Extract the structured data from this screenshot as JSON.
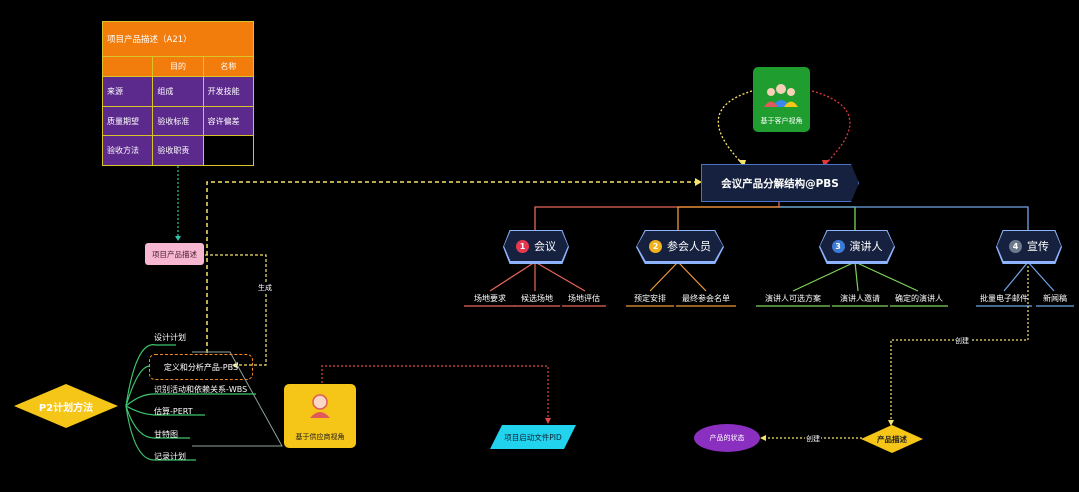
{
  "table": {
    "title": "项目产品描述（A21）",
    "header": [
      "",
      "目的",
      "名称"
    ],
    "rows": [
      [
        "来源",
        "组成",
        "开发技能"
      ],
      [
        "质量期望",
        "验收标准",
        "容许偏差"
      ],
      [
        "验收方法",
        "验收职责",
        ""
      ]
    ]
  },
  "left": {
    "product_desc": "项目产品描述",
    "generate": "生成",
    "p2_method": "P2计划方法",
    "branches": [
      "设计计划",
      "定义和分析产品-PBS",
      "识别活动和依赖关系-WBS",
      "估算-PERT",
      "甘特图",
      "记录计划"
    ],
    "supplier": "基于供应商视角",
    "pid": "项目启动文件PID"
  },
  "right": {
    "customer": "基于客户视角",
    "root": "会议产品分解结构@PBS",
    "categories": [
      {
        "num": "1",
        "label": "会议",
        "color": "#e8384f",
        "line": "#e8665a",
        "leaves": [
          "场地要求",
          "候选场地",
          "场地评估"
        ]
      },
      {
        "num": "2",
        "label": "参会人员",
        "color": "#f1b21f",
        "line": "#f09a3a",
        "leaves": [
          "预定安排",
          "最终参会名单"
        ]
      },
      {
        "num": "3",
        "label": "演讲人",
        "color": "#3a7bd5",
        "line": "#7fd35a",
        "leaves": [
          "演讲人可选方案",
          "演讲人邀请",
          "确定的演讲人"
        ]
      },
      {
        "num": "4",
        "label": "宣传",
        "color": "#6d7a8c",
        "line": "#6fa6e6",
        "leaves": [
          "批量电子邮件",
          "新闻稿"
        ]
      }
    ],
    "create": "创建",
    "create2": "创建",
    "product_desc2": "产品描述",
    "product_state": "产品的状态"
  },
  "colors": {
    "orange": "#f27c0c",
    "purple": "#5c2a8c",
    "yellow": "#f5c518",
    "cyan": "#22d3ee",
    "green": "#1f9d2e"
  }
}
